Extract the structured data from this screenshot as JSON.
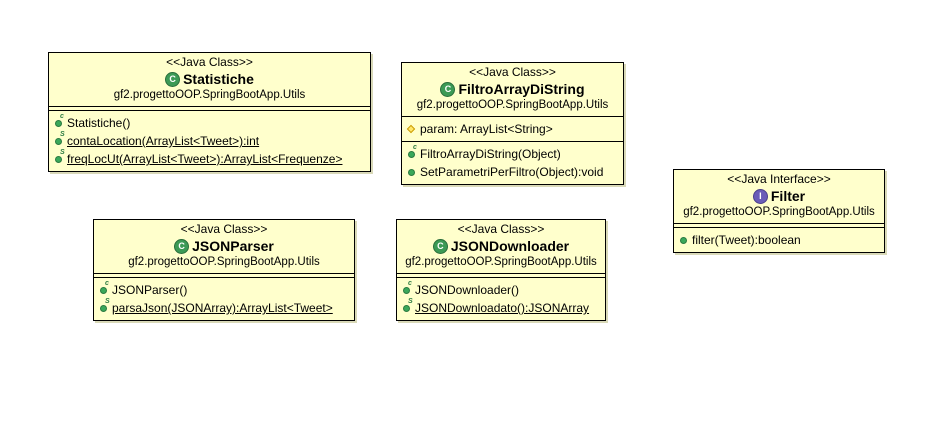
{
  "classes": {
    "statistiche": {
      "stereotype": "<<Java Class>>",
      "name": "Statistiche",
      "package": "gf2.progettoOOP.SpringBootApp.Utils",
      "methods": [
        "Statistiche()",
        "contaLocation(ArrayList<Tweet>):int",
        "freqLocUt(ArrayList<Tweet>):ArrayList<Frequenze>"
      ]
    },
    "filtro": {
      "stereotype": "<<Java Class>>",
      "name": "FiltroArrayDiString",
      "package": "gf2.progettoOOP.SpringBootApp.Utils",
      "attributes": [
        "param: ArrayList<String>"
      ],
      "methods": [
        "FiltroArrayDiString(Object)",
        "SetParametriPerFiltro(Object):void"
      ]
    },
    "filter": {
      "stereotype": "<<Java Interface>>",
      "name": "Filter",
      "package": "gf2.progettoOOP.SpringBootApp.Utils",
      "methods": [
        "filter(Tweet):boolean"
      ]
    },
    "jsonparser": {
      "stereotype": "<<Java Class>>",
      "name": "JSONParser",
      "package": "gf2.progettoOOP.SpringBootApp.Utils",
      "methods": [
        "JSONParser()",
        "parsaJson(JSONArray):ArrayList<Tweet>"
      ]
    },
    "jsondownloader": {
      "stereotype": "<<Java Class>>",
      "name": "JSONDownloader",
      "package": "gf2.progettoOOP.SpringBootApp.Utils",
      "methods": [
        "JSONDownloader()",
        "JSONDownloadato():JSONArray"
      ]
    }
  },
  "icons": {
    "class_icon": "C",
    "interface_icon": "I",
    "static_marker": "S",
    "constructor_marker": "c"
  },
  "colors": {
    "box_fill": "#ffffcc",
    "class_icon": "#3c9a55",
    "interface_icon": "#6a5cb8",
    "method_dot": "#3aa85a",
    "attribute_diamond": "#ffe66a"
  }
}
